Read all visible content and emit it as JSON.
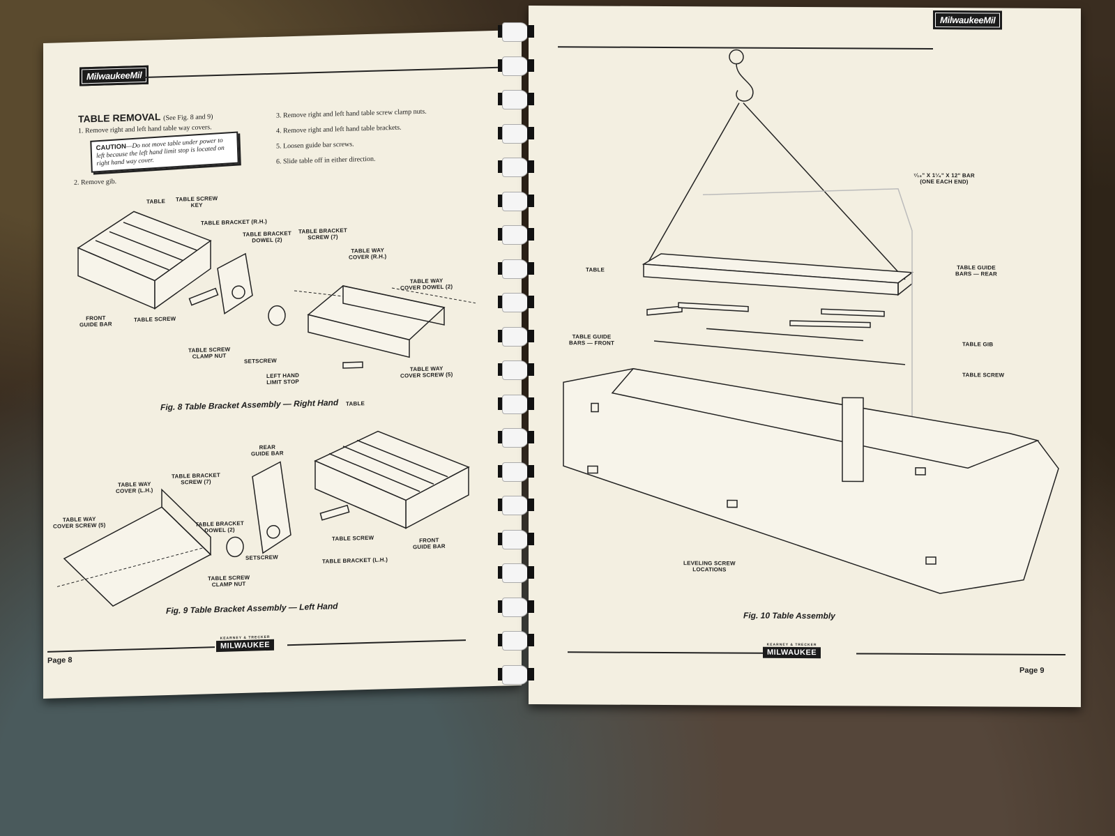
{
  "left_page": {
    "logo": "MilwaukeeMil",
    "section_title": "TABLE REMOVAL",
    "section_ref": "(See Fig. 8 and 9)",
    "steps": [
      "1. Remove right and left hand table way covers.",
      "2. Remove gib.",
      "3. Remove right and left hand table screw clamp nuts.",
      "4. Remove right and left hand table brackets.",
      "5. Loosen guide bar screws.",
      "6. Slide table off in either direction."
    ],
    "caution_heading": "CAUTION",
    "caution_text": "—Do not move table under power to left because the left hand limit stop is located on right hand way cover.",
    "fig8": {
      "caption": "Fig. 8   Table Bracket Assembly — Right Hand",
      "labels": {
        "table": "TABLE",
        "table_screw_key": "TABLE SCREW\nKEY",
        "table_bracket_rh": "TABLE BRACKET (R.H.)",
        "table_bracket_dowel": "TABLE BRACKET\nDOWEL (2)",
        "table_bracket_screw": "TABLE BRACKET\nSCREW (7)",
        "table_way_cover_rh": "TABLE WAY\nCOVER (R.H.)",
        "table_way_cover_dowel": "TABLE WAY\nCOVER DOWEL (2)",
        "front_guide_bar": "FRONT\nGUIDE BAR",
        "table_screw": "TABLE SCREW",
        "table_screw_clamp_nut": "TABLE SCREW\nCLAMP NUT",
        "setscrew": "SETSCREW",
        "left_hand_limit_stop": "LEFT HAND\nLIMIT STOP",
        "table_way_cover_screw": "TABLE WAY\nCOVER SCREW (5)"
      }
    },
    "fig9": {
      "caption": "Fig. 9   Table Bracket Assembly — Left Hand",
      "labels": {
        "table": "TABLE",
        "rear_guide_bar": "REAR\nGUIDE BAR",
        "table_way_cover_lh": "TABLE WAY\nCOVER (L.H.)",
        "table_bracket_screw": "TABLE BRACKET\nSCREW (7)",
        "table_way_cover_screw": "TABLE WAY\nCOVER SCREW (5)",
        "table_bracket_dowel": "TABLE BRACKET\nDOWEL (2)",
        "table_screw": "TABLE SCREW",
        "front_guide_bar": "FRONT\nGUIDE BAR",
        "setscrew": "SETSCREW",
        "table_bracket_lh": "TABLE BRACKET (L.H.)",
        "table_screw_clamp_nut": "TABLE SCREW\nCLAMP NUT"
      }
    },
    "footer_top": "KEARNEY & TRECKER",
    "footer_bottom": "MILWAUKEE",
    "page_number": "Page 8"
  },
  "right_page": {
    "logo": "MilwaukeeMil",
    "fig10": {
      "caption": "Fig. 10   Table Assembly",
      "labels": {
        "bar": "⁷⁄₁₆\" x 1¹⁄₄\" x 12\" BAR\n(one each end)",
        "table": "TABLE",
        "table_guide_bars_rear": "TABLE GUIDE\nBARS — REAR",
        "table_guide_bars_front": "TABLE GUIDE\nBARS — FRONT",
        "table_gib": "TABLE GIB",
        "table_screw": "TABLE SCREW",
        "leveling_screw_locations": "LEVELING SCREW\nLOCATIONS"
      }
    },
    "footer_top": "KEARNEY & TRECKER",
    "footer_bottom": "MILWAUKEE",
    "page_number": "Page 9"
  }
}
